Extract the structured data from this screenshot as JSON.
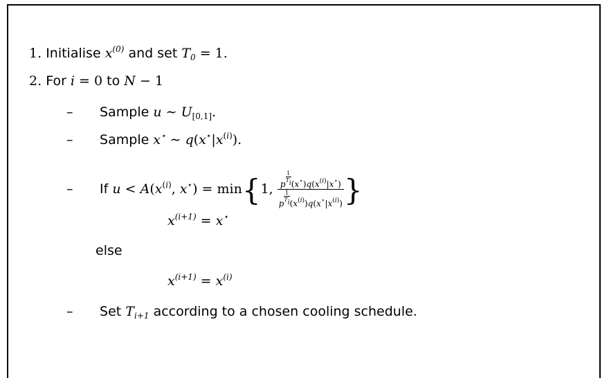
{
  "algorithm": {
    "step1": {
      "num": "1.",
      "text_a": "Initialise",
      "text_b": "and set"
    },
    "step2": {
      "num": "2.",
      "text_a": "For",
      "text_b": "to"
    },
    "bullet": "–",
    "sample_text": "Sample",
    "if_text": "If",
    "else_text": "else",
    "set_text": "Set",
    "cooling_text": "according to a chosen cooling schedule.",
    "min_op": "min"
  }
}
